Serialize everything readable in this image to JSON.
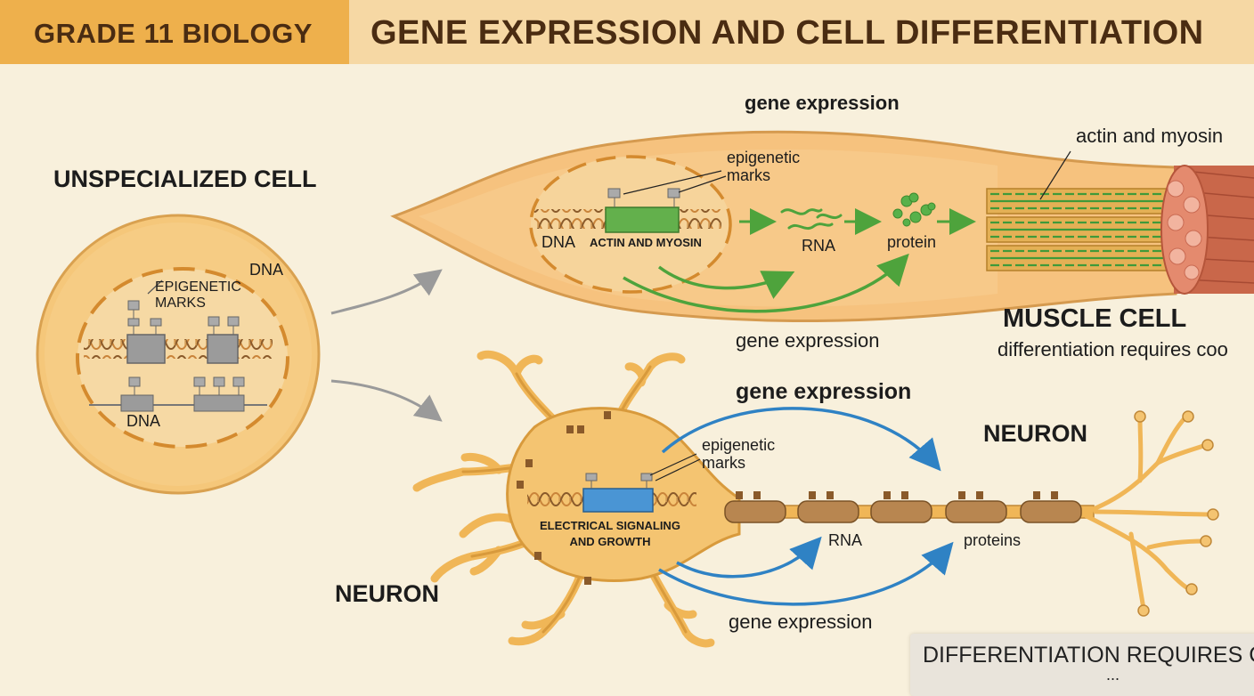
{
  "header": {
    "grade": "GRADE 11 BIOLOGY",
    "title": "GENE EXPRESSION AND CELL DIFFERENTIATION"
  },
  "unspecialized": {
    "title": "UNSPECIALIZED CELL",
    "dna_top": "DNA",
    "epigenetic": "EPIGENETIC\nMARKS",
    "dna_bottom": "DNA"
  },
  "muscle": {
    "gene_expression_top": "gene expression",
    "epigenetic": "epigenetic\nmarks",
    "dna": "DNA",
    "gene_label": "ACTIN AND MYOSIN",
    "rna": "RNA",
    "protein": "protein",
    "actin_myosin": "actin and myosin",
    "title": "MUSCLE CELL",
    "gene_expression_bottom": "gene expression",
    "caption": "differentiation requires coo"
  },
  "neuron": {
    "gene_expression_top": "gene expression",
    "title_right": "NEURON",
    "epigenetic": "epigenetic\nmarks",
    "gene_label": "ELECTRICAL SIGNALING\nAND GROWTH",
    "rna": "RNA",
    "proteins": "proteins",
    "title_left": "NEURON",
    "gene_expression_bottom": "gene expression"
  },
  "note": {
    "text": "DIFFERENTIATION REQUIRES COO",
    "ellipsis": "..."
  },
  "colors": {
    "header_dark": "#eeb04c",
    "header_light": "#f6d8a4",
    "background": "#f8f0dc",
    "muscle_gene": "#63b04c",
    "neuron_gene": "#3f8fd0",
    "arrow_green": "#4ea33c",
    "arrow_blue": "#2f82c4"
  }
}
